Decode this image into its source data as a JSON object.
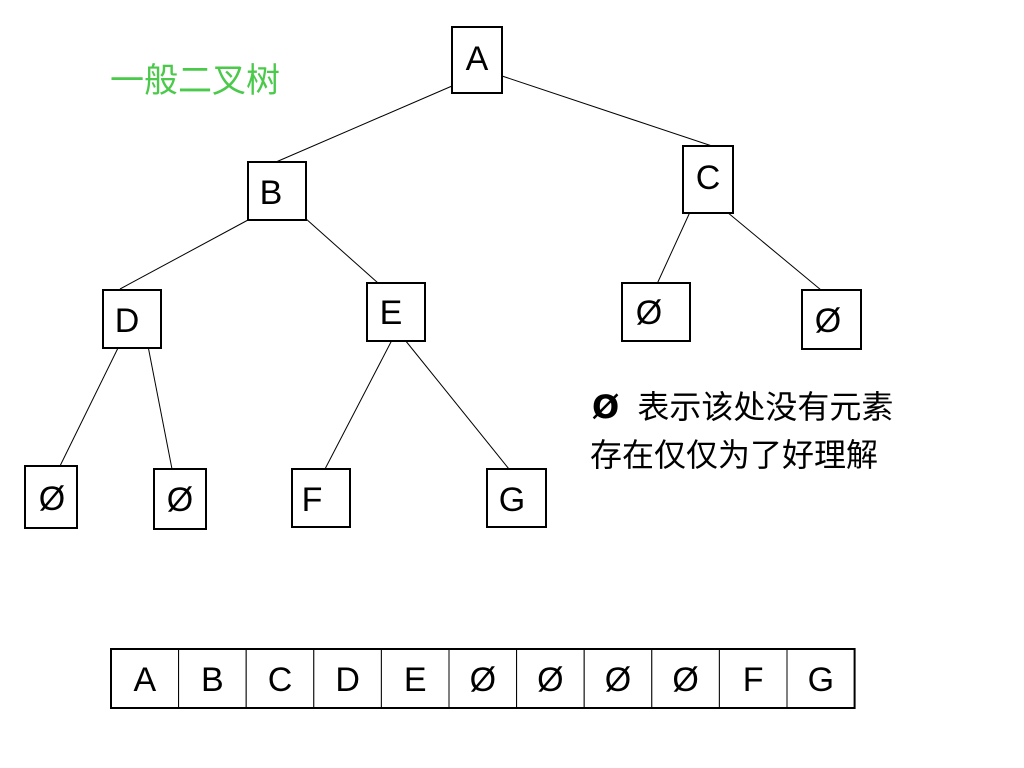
{
  "title": "一般二叉树",
  "colors": {
    "title": "#4bc94b",
    "stroke": "#000000"
  },
  "tree": {
    "nodes": [
      {
        "id": "A",
        "label": "A"
      },
      {
        "id": "B",
        "label": "B"
      },
      {
        "id": "C",
        "label": "C"
      },
      {
        "id": "D",
        "label": "D"
      },
      {
        "id": "E",
        "label": "E"
      },
      {
        "id": "C_left_null",
        "label": "Ø"
      },
      {
        "id": "C_right_null",
        "label": "Ø"
      },
      {
        "id": "D_left_null",
        "label": "Ø"
      },
      {
        "id": "D_right_null",
        "label": "Ø"
      },
      {
        "id": "F",
        "label": "F"
      },
      {
        "id": "G",
        "label": "G"
      }
    ],
    "edges": [
      [
        "A",
        "B"
      ],
      [
        "A",
        "C"
      ],
      [
        "B",
        "D"
      ],
      [
        "B",
        "E"
      ],
      [
        "C",
        "C_left_null"
      ],
      [
        "C",
        "C_right_null"
      ],
      [
        "D",
        "D_left_null"
      ],
      [
        "D",
        "D_right_null"
      ],
      [
        "E",
        "F"
      ],
      [
        "E",
        "G"
      ]
    ]
  },
  "note": {
    "symbol": "Ø",
    "line1": "表示该处没有元素",
    "line2": "存在仅仅为了好理解"
  },
  "array": [
    "A",
    "B",
    "C",
    "D",
    "E",
    "Ø",
    "Ø",
    "Ø",
    "Ø",
    "F",
    "G"
  ]
}
